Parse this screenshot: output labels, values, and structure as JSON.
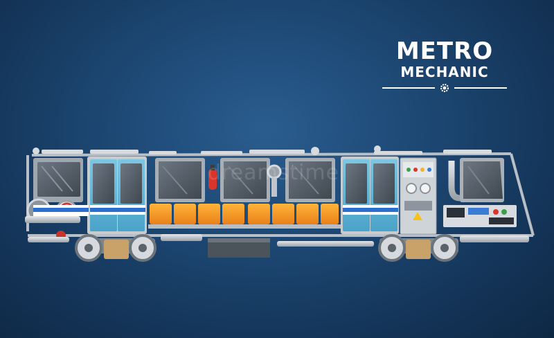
{
  "title": {
    "line1": "METRO",
    "line2": "MECHANIC",
    "icon": "gear-icon"
  },
  "watermark": "dreamstime",
  "colors": {
    "background": "#1a4570",
    "door": "#5fb6d6",
    "seat": "#f39a1e",
    "stripe": "#2a6fd0",
    "glass": "#5b6470",
    "parts": "#c2c7cd"
  }
}
